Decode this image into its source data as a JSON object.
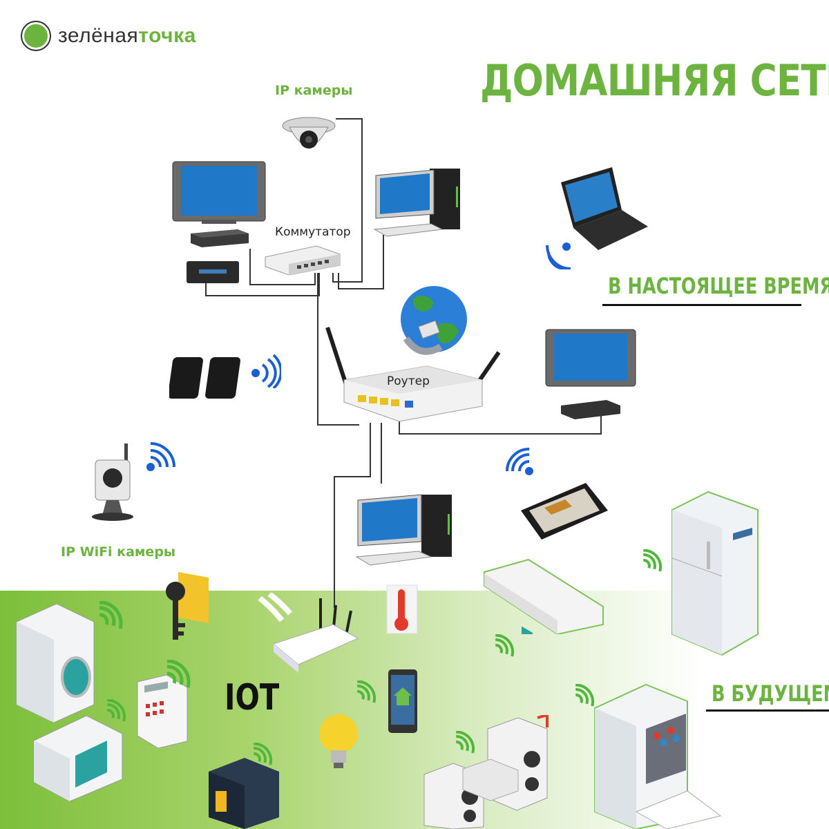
{
  "brand": {
    "name_regular": "зелёная",
    "name_bold": "точка",
    "logo_icon": "green-dot-logo"
  },
  "title": "ДОМАШНЯЯ СЕТЬ",
  "labels": {
    "ip_cameras": "IP камеры",
    "switch": "Коммутатор",
    "router": "Роутер",
    "ip_wifi_cameras": "IP WiFi камеры",
    "present": "В НАСТОЯЩЕЕ ВРЕМЯ",
    "future": "В БУДУЩЕМ",
    "iot": "IOT"
  },
  "colors": {
    "brand_green": "#6cb33f",
    "wifi_blue": "#1b5fd4",
    "iot_green": "#4fb83a"
  }
}
